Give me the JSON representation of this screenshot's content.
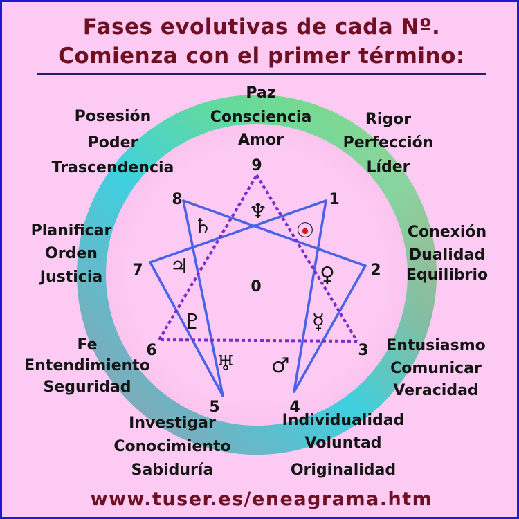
{
  "title": {
    "line1": "Fases evolutivas de cada Nº.",
    "line2": "Comienza con el primer término:"
  },
  "footer": "www.tuser.es/eneagrama.htm",
  "center_label": "0",
  "colors": {
    "background": "#fccaf2",
    "border": "#1a1ad8",
    "title": "#6e0f22",
    "hexad_lines": "#4a62e6",
    "triangle_dotted": "#7a2cc8",
    "ring_top": "#6fe07a",
    "ring_right": "#f07272",
    "ring_left": "#3ed0e0",
    "ring_bottom": "#9a9aa8"
  },
  "points": [
    {
      "number": "9",
      "symbol_name": "neptune-icon",
      "symbol": "♆",
      "phases": [
        "Paz",
        "Consciencia",
        "Amor"
      ]
    },
    {
      "number": "1",
      "symbol_name": "sun-icon",
      "symbol": "☉",
      "phases": [
        "Rigor",
        "Perfección",
        "Líder"
      ]
    },
    {
      "number": "2",
      "symbol_name": "venus-icon",
      "symbol": "♀",
      "phases": [
        "Conexión",
        "Dualidad",
        "Equilibrio"
      ]
    },
    {
      "number": "3",
      "symbol_name": "mercury-icon",
      "symbol": "☿",
      "phases": [
        "Entusiasmo",
        "Comunicar",
        "Veracidad"
      ]
    },
    {
      "number": "4",
      "symbol_name": "mars-icon",
      "symbol": "♂",
      "phases": [
        "Individualidad",
        "Voluntad",
        "Originalidad"
      ]
    },
    {
      "number": "5",
      "symbol_name": "uranus-icon",
      "symbol": "♅",
      "phases": [
        "Investigar",
        "Conocimiento",
        "Sabiduría"
      ]
    },
    {
      "number": "6",
      "symbol_name": "pluto-icon",
      "symbol": "♇",
      "phases": [
        "Fe",
        "Entendimiento",
        "Seguridad"
      ]
    },
    {
      "number": "7",
      "symbol_name": "jupiter-icon",
      "symbol": "♃",
      "phases": [
        "Planificar",
        "Orden",
        "Justicia"
      ]
    },
    {
      "number": "8",
      "symbol_name": "saturn-icon",
      "symbol": "♄",
      "phases": [
        "Posesión",
        "Poder",
        "Trascendencia"
      ]
    }
  ]
}
